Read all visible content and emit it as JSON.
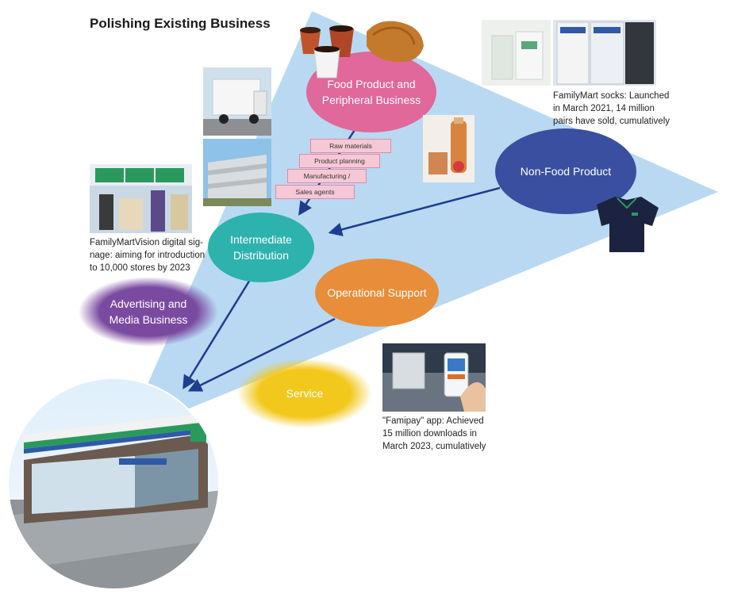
{
  "title": "Polishing Existing Business",
  "nodes": {
    "food": {
      "label": "Food Product and\nPeripheral Business",
      "color": "#e0689a"
    },
    "nonfood": {
      "label": "Non-Food Product",
      "color": "#3a4fa0"
    },
    "intermediate": {
      "label": "Intermediate\nDistribution",
      "color": "#2db2ad"
    },
    "operational": {
      "label": "Operational Support",
      "color": "#e88e3a"
    },
    "advertising": {
      "label": "Advertising and\nMedia Business",
      "color": "#7a4aa0"
    },
    "service": {
      "label": "Service",
      "color": "#f0c820"
    }
  },
  "value_chain": [
    "Raw materials",
    "Product planning",
    "Manufacturing / Processing",
    "Sales agents"
  ],
  "captions": {
    "socks": "FamilyMart socks: Launched\nin March 2021, 14 million\npairs have sold, cumulatively",
    "signage": "FamilyMartVision digital sig-\nnage: aiming for introduction\nto 10,000 stores by 2023",
    "famipay": "\"Famipay\" app: Achieved\n15 million downloads in\nMarch 2023, cumulatively"
  },
  "colors": {
    "triangle": "#b9d9f2",
    "arrow": "#1f3d8f",
    "tag_fill": "#f6c8d6"
  }
}
